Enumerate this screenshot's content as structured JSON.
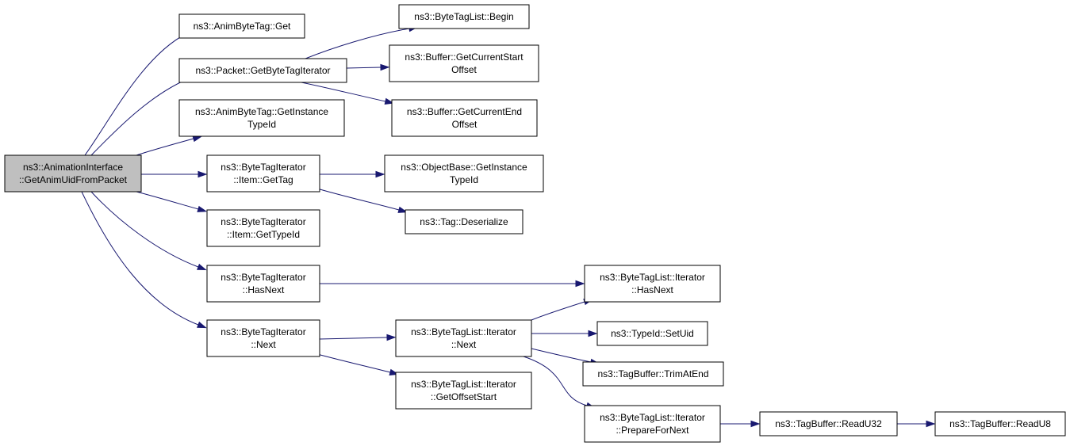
{
  "colors": {
    "node_fill": "#ffffff",
    "root_fill": "#bfbfbf",
    "border": "#000000",
    "edge": "#191970",
    "text": "#000000"
  },
  "nodes": [
    {
      "id": "root",
      "lines": [
        "ns3::AnimationInterface",
        "::GetAnimUidFromPacket"
      ],
      "root": true
    },
    {
      "id": "animbytetag-get",
      "lines": [
        "ns3::AnimByteTag::Get"
      ]
    },
    {
      "id": "packet-getbytetagiterator",
      "lines": [
        "ns3::Packet::GetByteTagIterator"
      ]
    },
    {
      "id": "animbytetag-getinstancetypeid",
      "lines": [
        "ns3::AnimByteTag::GetInstance",
        "TypeId"
      ]
    },
    {
      "id": "bytetagiterator-item-gettag",
      "lines": [
        "ns3::ByteTagIterator",
        "::Item::GetTag"
      ]
    },
    {
      "id": "bytetagiterator-item-gettypeid",
      "lines": [
        "ns3::ByteTagIterator",
        "::Item::GetTypeId"
      ]
    },
    {
      "id": "bytetagiterator-hasnext",
      "lines": [
        "ns3::ByteTagIterator",
        "::HasNext"
      ]
    },
    {
      "id": "bytetagiterator-next",
      "lines": [
        "ns3::ByteTagIterator",
        "::Next"
      ]
    },
    {
      "id": "bytetaglist-begin",
      "lines": [
        "ns3::ByteTagList::Begin"
      ]
    },
    {
      "id": "buffer-getcurrentstartoffset",
      "lines": [
        "ns3::Buffer::GetCurrentStart",
        "Offset"
      ]
    },
    {
      "id": "buffer-getcurrentendoffset",
      "lines": [
        "ns3::Buffer::GetCurrentEnd",
        "Offset"
      ]
    },
    {
      "id": "objectbase-getinstancetypeid",
      "lines": [
        "ns3::ObjectBase::GetInstance",
        "TypeId"
      ]
    },
    {
      "id": "tag-deserialize",
      "lines": [
        "ns3::Tag::Deserialize"
      ]
    },
    {
      "id": "bytetaglist-iterator-next",
      "lines": [
        "ns3::ByteTagList::Iterator",
        "::Next"
      ]
    },
    {
      "id": "bytetaglist-iterator-getoffsetstart",
      "lines": [
        "ns3::ByteTagList::Iterator",
        "::GetOffsetStart"
      ]
    },
    {
      "id": "bytetaglist-iterator-hasnext",
      "lines": [
        "ns3::ByteTagList::Iterator",
        "::HasNext"
      ]
    },
    {
      "id": "typeid-setuid",
      "lines": [
        "ns3::TypeId::SetUid"
      ]
    },
    {
      "id": "tagbuffer-trimatend",
      "lines": [
        "ns3::TagBuffer::TrimAtEnd"
      ]
    },
    {
      "id": "bytetaglist-iterator-preparefornext",
      "lines": [
        "ns3::ByteTagList::Iterator",
        "::PrepareForNext"
      ]
    },
    {
      "id": "tagbuffer-readu32",
      "lines": [
        "ns3::TagBuffer::ReadU32"
      ]
    },
    {
      "id": "tagbuffer-readu8",
      "lines": [
        "ns3::TagBuffer::ReadU8"
      ]
    }
  ],
  "edges": [
    {
      "from": "root",
      "to": "animbytetag-get"
    },
    {
      "from": "root",
      "to": "packet-getbytetagiterator"
    },
    {
      "from": "root",
      "to": "animbytetag-getinstancetypeid"
    },
    {
      "from": "root",
      "to": "bytetagiterator-item-gettag"
    },
    {
      "from": "root",
      "to": "bytetagiterator-item-gettypeid"
    },
    {
      "from": "root",
      "to": "bytetagiterator-hasnext"
    },
    {
      "from": "root",
      "to": "bytetagiterator-next"
    },
    {
      "from": "packet-getbytetagiterator",
      "to": "bytetaglist-begin"
    },
    {
      "from": "packet-getbytetagiterator",
      "to": "buffer-getcurrentstartoffset"
    },
    {
      "from": "packet-getbytetagiterator",
      "to": "buffer-getcurrentendoffset"
    },
    {
      "from": "bytetagiterator-item-gettag",
      "to": "objectbase-getinstancetypeid"
    },
    {
      "from": "bytetagiterator-item-gettag",
      "to": "tag-deserialize"
    },
    {
      "from": "bytetagiterator-hasnext",
      "to": "bytetaglist-iterator-hasnext"
    },
    {
      "from": "bytetagiterator-next",
      "to": "bytetaglist-iterator-next"
    },
    {
      "from": "bytetagiterator-next",
      "to": "bytetaglist-iterator-getoffsetstart"
    },
    {
      "from": "bytetaglist-iterator-next",
      "to": "bytetaglist-iterator-hasnext"
    },
    {
      "from": "bytetaglist-iterator-next",
      "to": "typeid-setuid"
    },
    {
      "from": "bytetaglist-iterator-next",
      "to": "tagbuffer-trimatend"
    },
    {
      "from": "bytetaglist-iterator-next",
      "to": "bytetaglist-iterator-preparefornext"
    },
    {
      "from": "bytetaglist-iterator-preparefornext",
      "to": "tagbuffer-readu32"
    },
    {
      "from": "tagbuffer-readu32",
      "to": "tagbuffer-readu8"
    }
  ]
}
